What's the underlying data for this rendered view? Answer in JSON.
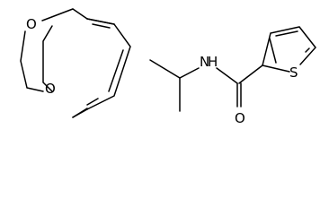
{
  "molecule": {
    "atoms": {
      "o_top": "O",
      "o_bottom": "O",
      "nh": "N",
      "nh_h": "H",
      "o_carbonyl": "O",
      "s_thiophene": "S"
    }
  }
}
